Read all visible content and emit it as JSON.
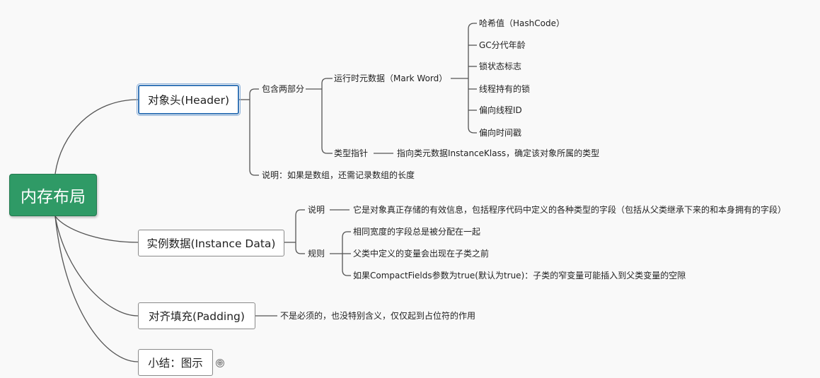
{
  "root": {
    "label": "内存布局"
  },
  "header": {
    "label": "对象头(Header)",
    "contains": "包含两部分",
    "mark_word": {
      "label": "运行时元数据（Mark Word）",
      "items": [
        "哈希值（HashCode）",
        "GC分代年龄",
        "锁状态标志",
        "线程持有的锁",
        "偏向线程ID",
        "偏向时间戳"
      ]
    },
    "type_pointer": {
      "label": "类型指针",
      "desc": "指向类元数据InstanceKlass，确定该对象所属的类型"
    },
    "note": "说明：如果是数组，还需记录数组的长度"
  },
  "instance_data": {
    "label": "实例数据(Instance Data)",
    "explain_label": "说明",
    "explain_text": "它是对象真正存储的有效信息，包括程序代码中定义的各种类型的字段（包括从父类继承下来的和本身拥有的字段）",
    "rules_label": "规则",
    "rules": [
      "相同宽度的字段总是被分配在一起",
      "父类中定义的变量会出现在子类之前",
      "如果CompactFields参数为true(默认为true)：子类的窄变量可能插入到父类变量的空隙"
    ]
  },
  "padding": {
    "label": "对齐填充(Padding)",
    "desc": "不是必须的，也没特别含义，仅仅起到占位符的作用"
  },
  "summary": {
    "label": "小结：图示",
    "expand_symbol": "⊕"
  },
  "colors": {
    "root_bg": "#2f9a66",
    "selected_border": "#3a78b8",
    "line": "#555555"
  }
}
